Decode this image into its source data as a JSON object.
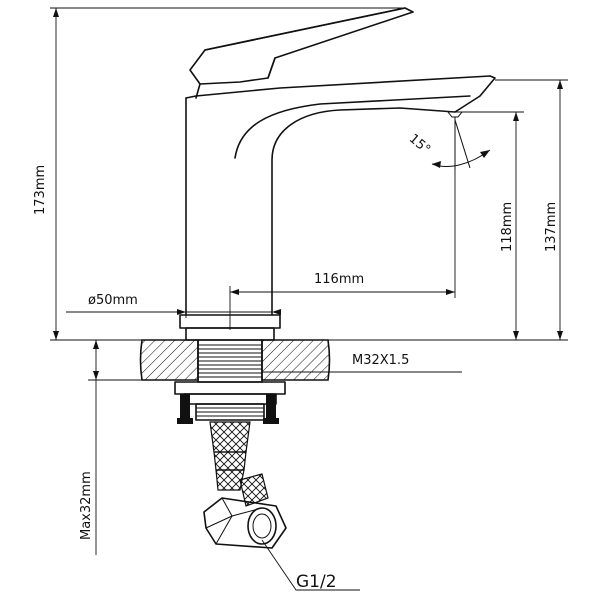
{
  "labels": {
    "height_total": "173mm",
    "spout_height_outer": "137mm",
    "spout_height_inner": "118mm",
    "spout_reach": "116mm",
    "base_diameter": "ø50mm",
    "mount_thread": "M32X1.5",
    "max_deck_thickness": "Max32mm",
    "hose_connection": "G1/2",
    "tilt_angle": "15°"
  },
  "colors": {
    "line": "#111111",
    "background": "#ffffff"
  }
}
